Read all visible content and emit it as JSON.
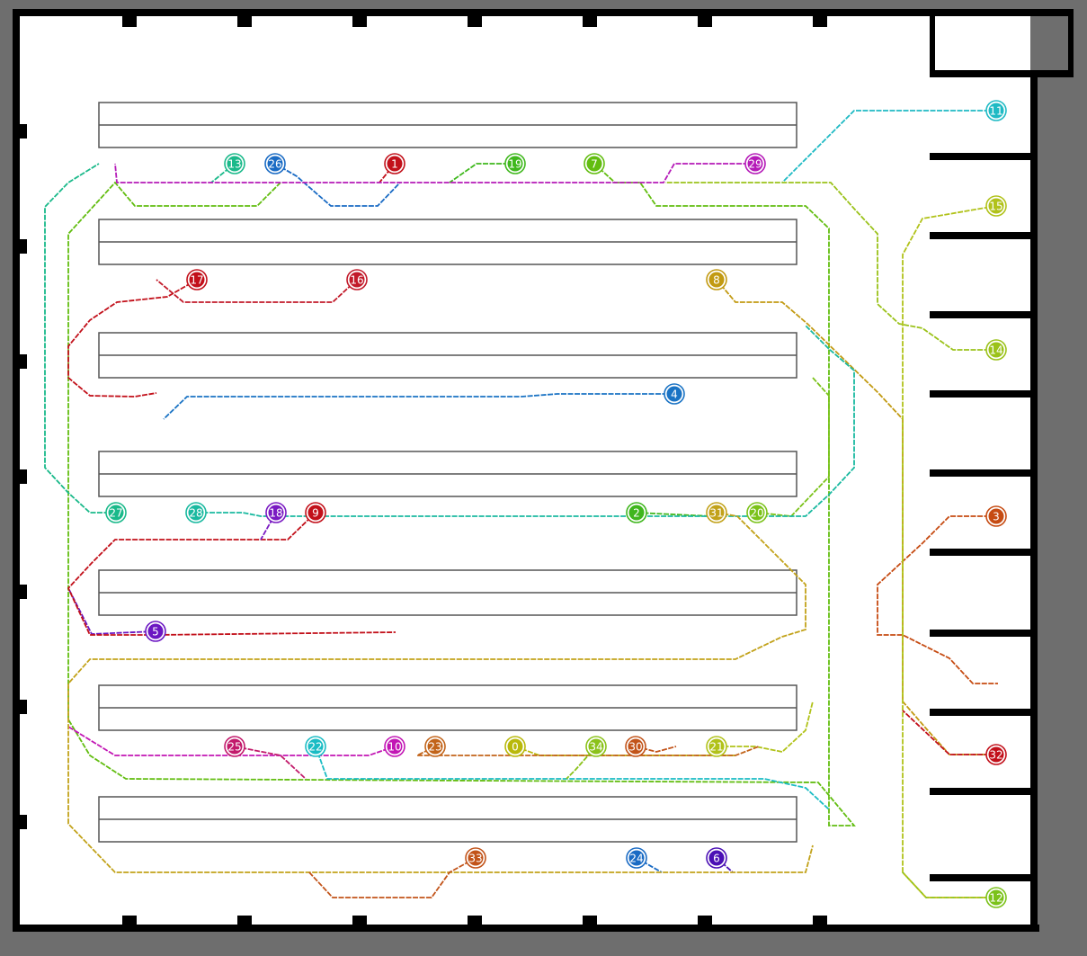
{
  "agents": [
    {
      "label": "0",
      "color": "#b9b90b"
    },
    {
      "label": "1",
      "color": "#c2101a"
    },
    {
      "label": "2",
      "color": "#3fb61d"
    },
    {
      "label": "3",
      "color": "#c64b12"
    },
    {
      "label": "4",
      "color": "#1a73c4"
    },
    {
      "label": "5",
      "color": "#6b16c2"
    },
    {
      "label": "6",
      "color": "#4b10b5"
    },
    {
      "label": "7",
      "color": "#62bd10"
    },
    {
      "label": "8",
      "color": "#c29a12"
    },
    {
      "label": "9",
      "color": "#c2101a"
    },
    {
      "label": "10",
      "color": "#c216b4"
    },
    {
      "label": "11",
      "color": "#1fbac4"
    },
    {
      "label": "12",
      "color": "#7bc21a"
    },
    {
      "label": "13",
      "color": "#1ab98a"
    },
    {
      "label": "14",
      "color": "#9bc21a"
    },
    {
      "label": "15",
      "color": "#b1c21a"
    },
    {
      "label": "16",
      "color": "#c21a2a"
    },
    {
      "label": "17",
      "color": "#c2101a"
    },
    {
      "label": "18",
      "color": "#7a1ac2"
    },
    {
      "label": "19",
      "color": "#3fb81d"
    },
    {
      "label": "20",
      "color": "#7bc21a"
    },
    {
      "label": "21",
      "color": "#b1c21a"
    },
    {
      "label": "22",
      "color": "#1abcc4"
    },
    {
      "label": "23",
      "color": "#c2641a"
    },
    {
      "label": "24",
      "color": "#1a6bc4"
    },
    {
      "label": "25",
      "color": "#c21a6b"
    },
    {
      "label": "26",
      "color": "#1a6bc4"
    },
    {
      "label": "27",
      "color": "#1ab98a"
    },
    {
      "label": "28",
      "color": "#1ab9a0"
    },
    {
      "label": "29",
      "color": "#b51ab8"
    },
    {
      "label": "30",
      "color": "#c2541a"
    },
    {
      "label": "31",
      "color": "#c2a21a"
    },
    {
      "label": "32",
      "color": "#c2101a"
    },
    {
      "label": "33",
      "color": "#c2541a"
    },
    {
      "label": "34",
      "color": "#8bc21a"
    }
  ]
}
